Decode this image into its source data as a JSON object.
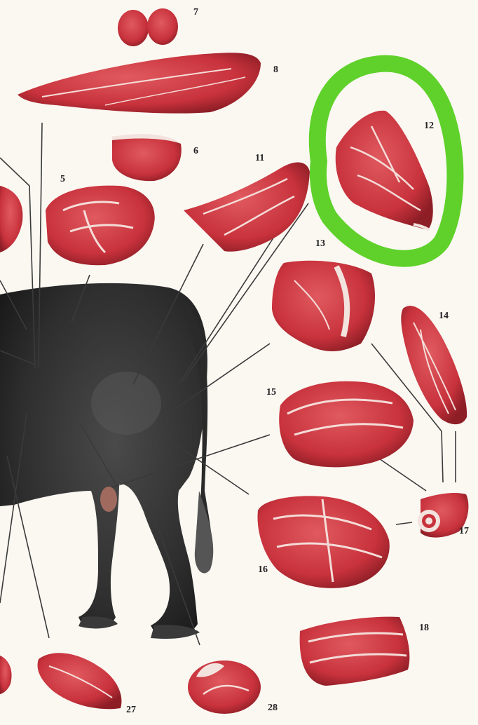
{
  "cut_labels": {
    "n5": "5",
    "n6": "6",
    "n7": "7",
    "n8": "8",
    "n11": "11",
    "n12": "12",
    "n13": "13",
    "n14": "14",
    "n15": "15",
    "n16": "16",
    "n17": "17",
    "n18": "18",
    "n27": "27",
    "n28": "28"
  },
  "colors": {
    "meat": "#c8323c",
    "meat_dark": "#8e1e26",
    "fat": "#f3e3de",
    "cow": "#2b2b2b",
    "highlight": "#5fd12a",
    "leader_line": "#3a3a3a"
  },
  "highlight": {
    "target": "12"
  }
}
